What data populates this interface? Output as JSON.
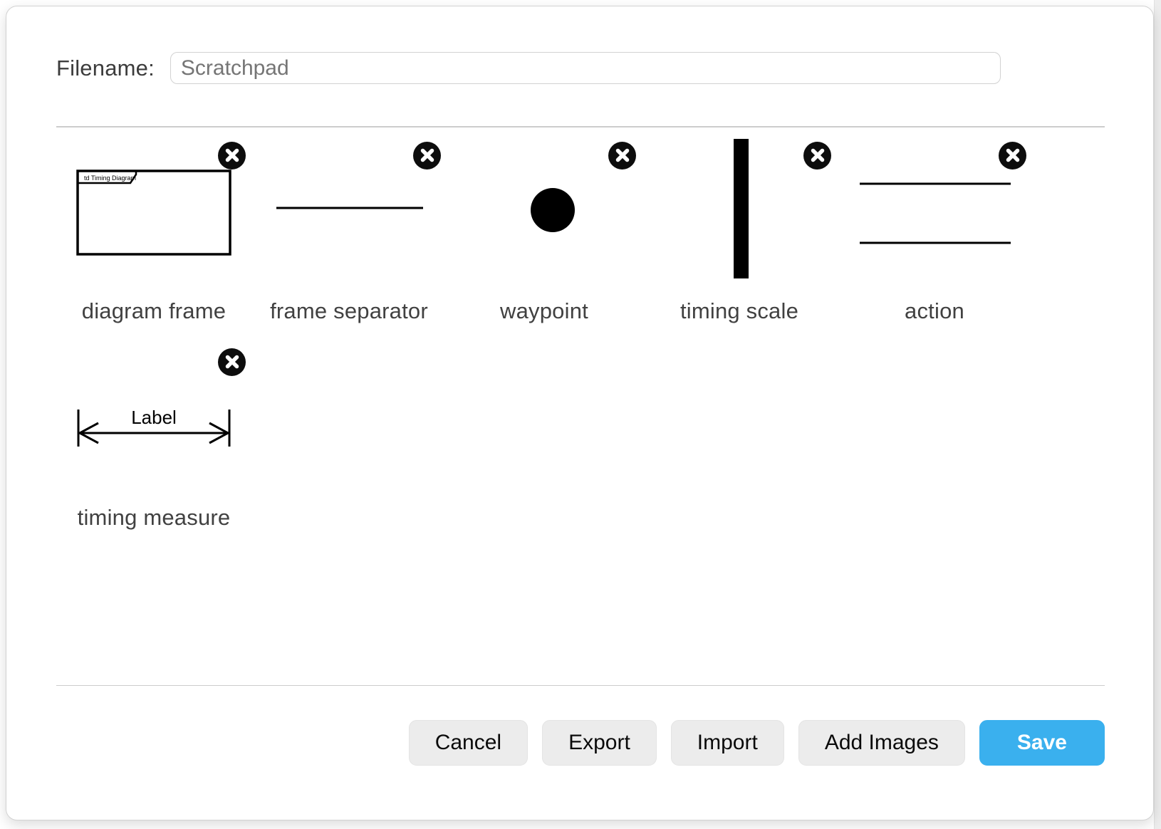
{
  "dialog": {
    "filename": {
      "label": "Filename:",
      "value": "Scratchpad"
    },
    "shapes": [
      {
        "caption": "diagram frame",
        "type": "diagram-frame",
        "tab_text": "td Timing Diagram"
      },
      {
        "caption": "frame separator",
        "type": "frame-separator"
      },
      {
        "caption": "waypoint",
        "type": "waypoint"
      },
      {
        "caption": "timing scale",
        "type": "timing-scale"
      },
      {
        "caption": "action",
        "type": "action"
      },
      {
        "caption": "timing measure",
        "type": "timing-measure",
        "preview_label": "Label"
      }
    ],
    "buttons": {
      "cancel": "Cancel",
      "export": "Export",
      "import": "Import",
      "add_images": "Add Images",
      "save": "Save"
    },
    "colors": {
      "accent": "#3ab0ee",
      "shape_stroke": "#000000",
      "delete_button_bg": "#0d0d0d"
    }
  }
}
